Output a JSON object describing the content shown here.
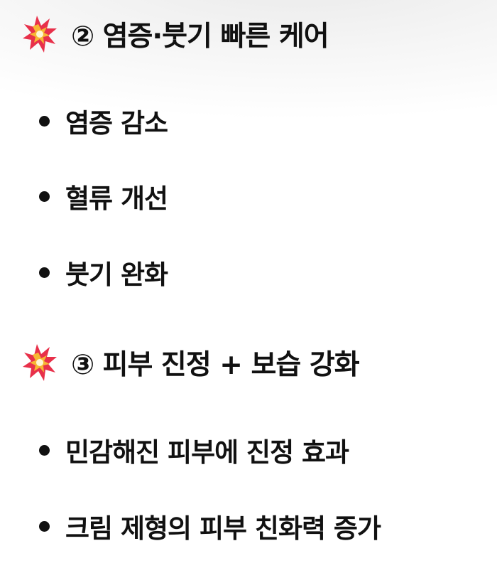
{
  "section2": {
    "icon": "collision-emoji",
    "title": "② 염증·붓기 빠른 케어",
    "items": [
      "염증 감소",
      "혈류 개선",
      "붓기 완화"
    ]
  },
  "section3": {
    "icon": "collision-emoji",
    "title": "③ 피부 진정 + 보습 강화",
    "items": [
      "민감해진 피부에 진정 효과",
      "크림 제형의 피부 친화력 증가"
    ]
  }
}
